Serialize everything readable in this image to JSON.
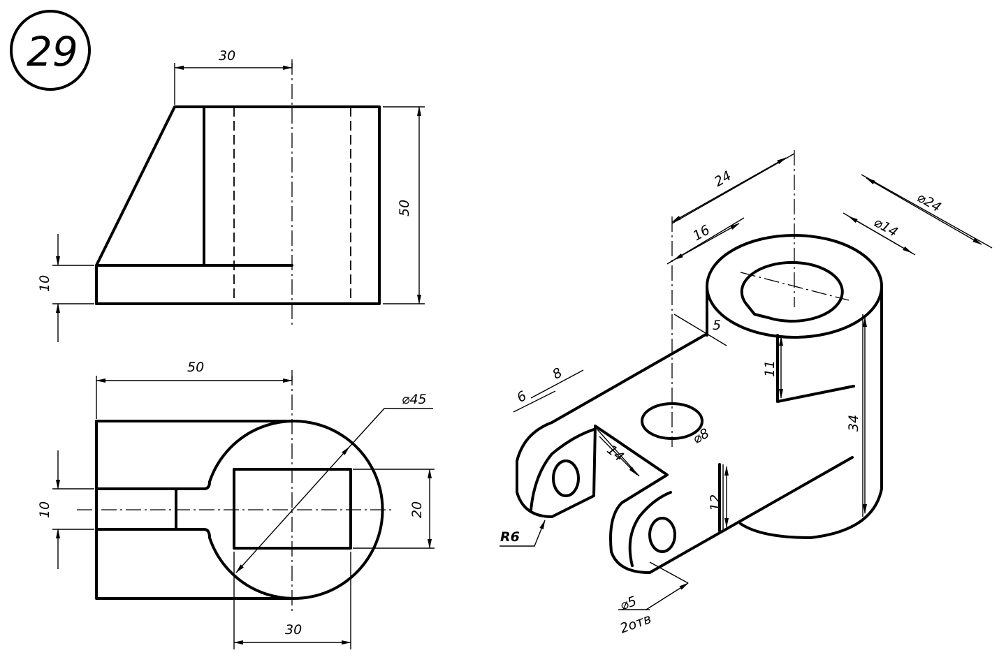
{
  "sheet_number": "29",
  "front_view": {
    "dims": {
      "width_top": "30",
      "height": "50",
      "base_height": "10"
    }
  },
  "top_view": {
    "dims": {
      "length": "50",
      "diameter": "⌀45",
      "slot_width": "20",
      "slot_length": "30",
      "groove_width": "10"
    }
  },
  "isometric_view": {
    "dims": {
      "d24": "24",
      "dia24": "⌀24",
      "d16": "16",
      "dia14": "⌀14",
      "d5": "5",
      "d11": "11",
      "d34": "34",
      "dia8": "⌀8",
      "d14": "14",
      "d8": "8",
      "d6": "6",
      "d12": "12",
      "radius": "R6",
      "hole_dia": "⌀5",
      "hole_count": "2отв"
    }
  }
}
